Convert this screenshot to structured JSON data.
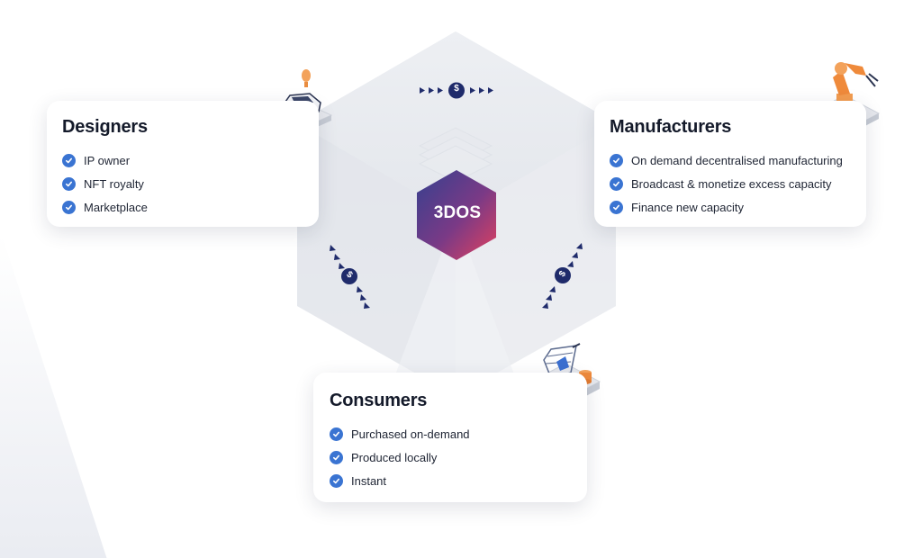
{
  "logo": {
    "text": "3DOS"
  },
  "designers": {
    "title": "Designers",
    "items": [
      "IP owner",
      "NFT royalty",
      "Marketplace"
    ]
  },
  "manufacturers": {
    "title": "Manufacturers",
    "items": [
      "On demand decentralised manufacturing",
      "Broadcast & monetize excess capacity",
      "Finance new capacity"
    ]
  },
  "consumers": {
    "title": "Consumers",
    "items": [
      "Purchased on-demand",
      "Produced locally",
      "Instant"
    ]
  },
  "flow_symbols": {
    "top": "$",
    "left": "$",
    "right": "$"
  },
  "icons": {
    "designers": "car-on-platform-icon",
    "manufacturers": "robot-arm-icon",
    "consumers": "shopping-cart-icon",
    "check": "check-circle-icon"
  },
  "colors": {
    "check": "#3a74d2",
    "arrow": "#1f2b6b",
    "logo_gradient_start": "#3b3f8f",
    "logo_gradient_end": "#e0405f"
  }
}
